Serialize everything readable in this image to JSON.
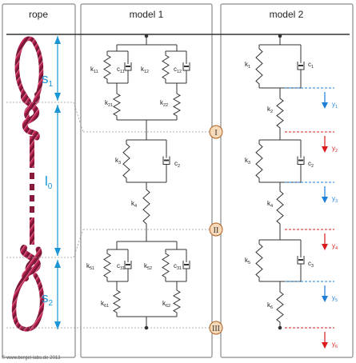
{
  "panels": {
    "rope": "rope",
    "model1": "model 1",
    "model2": "model 2"
  },
  "rope": {
    "s1": "s",
    "s1_sub": "1",
    "l0": "l",
    "l0_sub": "0",
    "s2": "s",
    "s2_sub": "2"
  },
  "model1": {
    "k11": "k",
    "k11_sub": "11",
    "c11": "c",
    "c11_sub": "11",
    "k12": "k",
    "k12_sub": "12",
    "c12": "c",
    "c12_sub": "12",
    "k21": "k",
    "k21_sub": "21",
    "k22": "k",
    "k22_sub": "22",
    "k3": "k",
    "k3_sub": "3",
    "c2": "c",
    "c2_sub": "2",
    "k4": "k",
    "k4_sub": "4",
    "k51": "k",
    "k51_sub": "51",
    "c31a": "c",
    "c31a_sub": "31",
    "k52": "k",
    "k52_sub": "52",
    "c31b": "c",
    "c31b_sub": "31",
    "k61": "k",
    "k61_sub": "61",
    "k62": "k",
    "k62_sub": "62"
  },
  "model2": {
    "k1": "k",
    "k1_sub": "1",
    "c1": "c",
    "c1_sub": "1",
    "k2": "k",
    "k2_sub": "2",
    "k3": "k",
    "k3_sub": "3",
    "c2": "c",
    "c2_sub": "2",
    "k4": "k",
    "k4_sub": "4",
    "k5": "k",
    "k5_sub": "5",
    "c3": "c",
    "c3_sub": "3",
    "k6": "k",
    "k6_sub": "6"
  },
  "displacements": [
    {
      "label": "y",
      "sub": "1",
      "color": "#1c7fd8"
    },
    {
      "label": "y",
      "sub": "2",
      "color": "#d81c1c"
    },
    {
      "label": "y",
      "sub": "3",
      "color": "#1c7fd8"
    },
    {
      "label": "y",
      "sub": "4",
      "color": "#d81c1c"
    },
    {
      "label": "y",
      "sub": "5",
      "color": "#1c7fd8"
    },
    {
      "label": "y",
      "sub": "6",
      "color": "#d81c1c"
    }
  ],
  "markers": [
    "I",
    "II",
    "III"
  ],
  "copyright": "© www.bergel-labs.de 2013",
  "colors": {
    "dim_blue": "#1a96d6",
    "marker_fill": "#f6d9b8",
    "marker_stroke": "#b06020",
    "rope_red": "#b02050",
    "frame": "#8a8a8a"
  }
}
